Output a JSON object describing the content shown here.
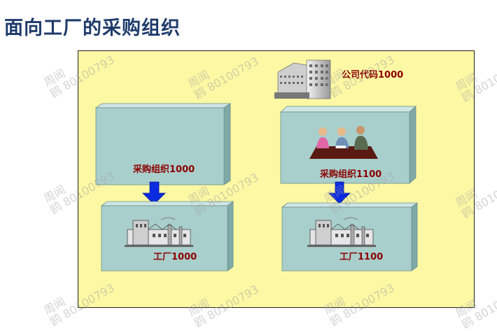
{
  "title": "面向工厂的采购组织",
  "company": {
    "label": "公司代码1000"
  },
  "purchasing_orgs": [
    {
      "label": "采购组织1000"
    },
    {
      "label": "采购组织1100"
    }
  ],
  "plants": [
    {
      "label": "工厂1000"
    },
    {
      "label": "工厂1100"
    }
  ],
  "watermark": {
    "line1": "周闻",
    "line2": "鸥 80100793"
  },
  "colors": {
    "background": "#fcf8a4",
    "box_front": "#a9cfcc",
    "box_top": "#cfe6e4",
    "box_side": "#7fa9a6",
    "arrow": "#0b2be0",
    "label": "#8b0000",
    "title": "#1f3b6b"
  }
}
